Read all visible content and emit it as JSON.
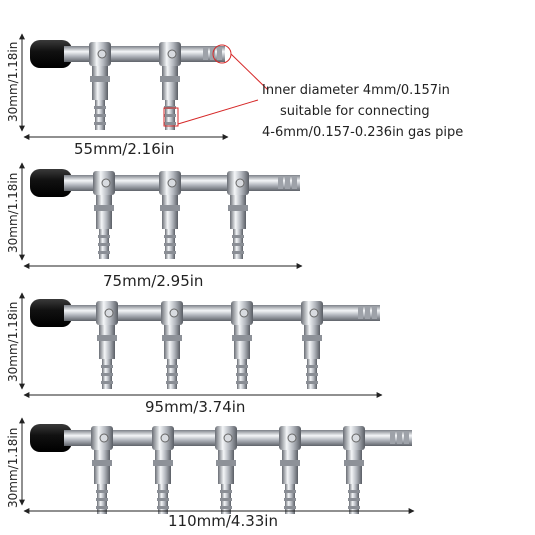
{
  "manifolds": [
    {
      "outlets": 2,
      "height_label": "30mm/1.18in",
      "width_label": "55mm/2.16in"
    },
    {
      "outlets": 3,
      "height_label": "30mm/1.18in",
      "width_label": "75mm/2.95in"
    },
    {
      "outlets": 4,
      "height_label": "30mm/1.18in",
      "width_label": "95mm/3.74in"
    },
    {
      "outlets": 5,
      "height_label": "30mm/1.18in",
      "width_label": "110mm/4.33in"
    }
  ],
  "note": {
    "line1": "Inner diameter 4mm/0.157in",
    "line2": "suitable for connecting",
    "line3": "4-6mm/0.157-0.236in gas pipe"
  },
  "colors": {
    "cap": "#1a1a1a",
    "metal_light": "#eef0f3",
    "metal_dark": "#7c8088",
    "callout": "#d62828"
  }
}
